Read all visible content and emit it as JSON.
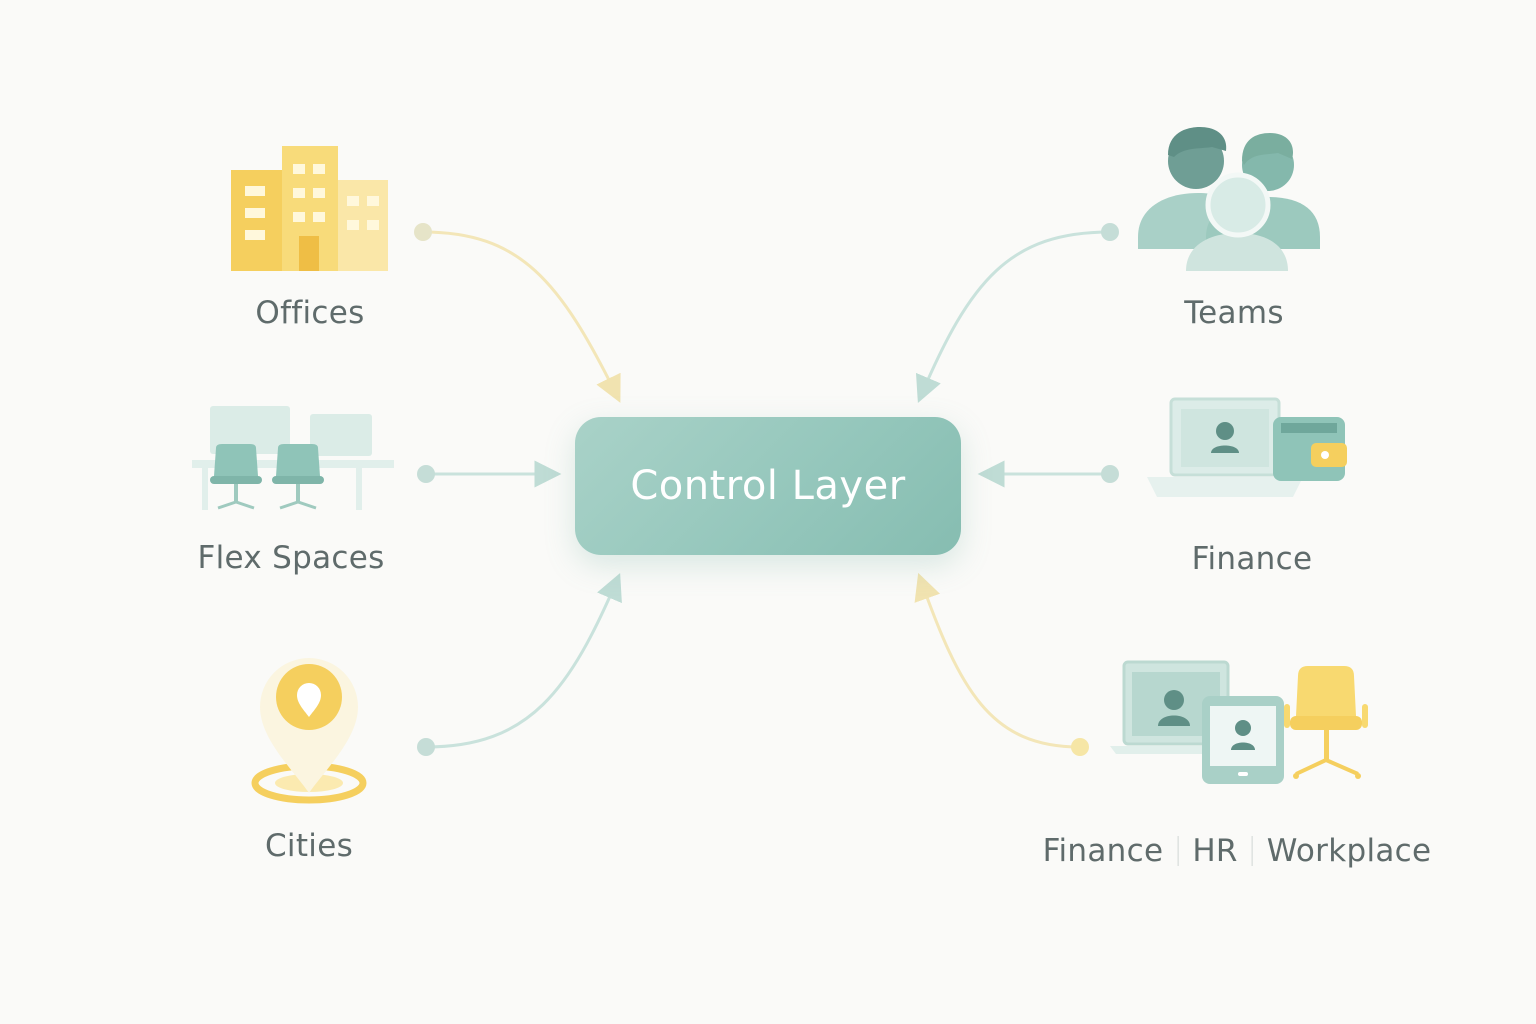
{
  "center": {
    "label": "Control Layer"
  },
  "nodes": {
    "offices": {
      "label": "Offices"
    },
    "flex_spaces": {
      "label": "Flex Spaces"
    },
    "cities": {
      "label": "Cities"
    },
    "teams": {
      "label": "Teams"
    },
    "finance": {
      "label": "Finance"
    },
    "combined": {
      "parts": [
        "Finance",
        "HR",
        "Workplace"
      ]
    }
  },
  "colors": {
    "teal": "#8fc4b8",
    "teal_dark": "#5f8f86",
    "yellow": "#f5cf5e",
    "yellow_light": "#f8e3a0",
    "text": "#5f6b6b"
  },
  "icons": {
    "offices": "buildings-icon",
    "flex_spaces": "desks-chairs-icon",
    "cities": "map-pin-icon",
    "teams": "people-icon",
    "finance": "laptop-wallet-icon",
    "combined": "devices-chair-icon"
  }
}
